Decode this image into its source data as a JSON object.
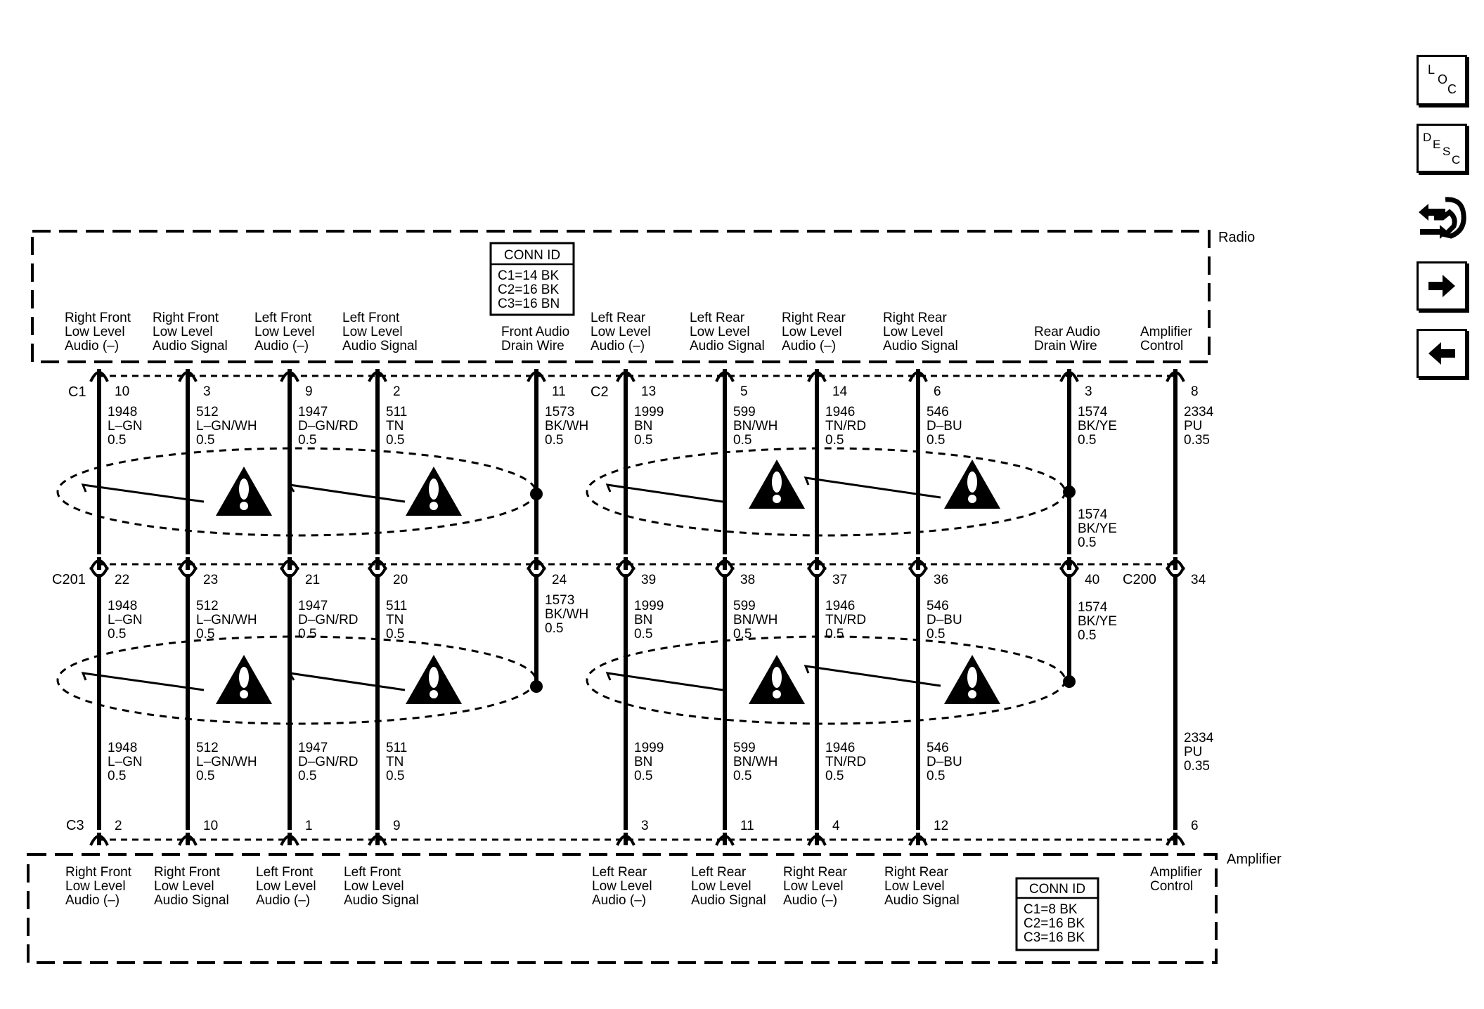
{
  "radio_label": "Radio",
  "amplifier_label": "Amplifier",
  "radio_conn_id": {
    "title": "CONN ID",
    "lines": [
      "C1=14 BK",
      "C2=16 BK",
      "C3=16 BN"
    ]
  },
  "amp_conn_id": {
    "title": "CONN ID",
    "lines": [
      "C1=8 BK",
      "C2=16 BK",
      "C3=16 BK"
    ]
  },
  "connectors": {
    "c1": "C1",
    "c2": "C2",
    "c201": "C201",
    "c200": "C200",
    "c3": "C3"
  },
  "side_buttons": [
    {
      "name": "loc-button",
      "letters": [
        "L",
        "O",
        "C"
      ]
    },
    {
      "name": "desc-button",
      "letters": [
        "D",
        "E",
        "S",
        "C"
      ]
    },
    {
      "name": "wrench-icon"
    },
    {
      "name": "next-arrow-button"
    },
    {
      "name": "prev-arrow-button"
    }
  ],
  "wires": [
    {
      "id": "rf-neg",
      "radio_label": [
        "Right Front",
        "Low Level",
        "Audio (–)"
      ],
      "amp_label": [
        "Right Front",
        "Low Level",
        "Audio (–)"
      ],
      "pins": {
        "top": "10",
        "mid": "22",
        "bot": "2"
      },
      "circuit": "1948",
      "color": "L–GN",
      "gauge": "0.5"
    },
    {
      "id": "rf-sig",
      "radio_label": [
        "Right Front",
        "Low Level",
        "Audio Signal"
      ],
      "amp_label": [
        "Right Front",
        "Low Level",
        "Audio Signal"
      ],
      "pins": {
        "top": "3",
        "mid": "23",
        "bot": "10"
      },
      "circuit": "512",
      "color": "L–GN/WH",
      "gauge": "0.5"
    },
    {
      "id": "lf-neg",
      "radio_label": [
        "Left Front",
        "Low Level",
        "Audio (–)"
      ],
      "amp_label": [
        "Left Front",
        "Low Level",
        "Audio (–)"
      ],
      "pins": {
        "top": "9",
        "mid": "21",
        "bot": "1"
      },
      "circuit": "1947",
      "color": "D–GN/RD",
      "gauge": "0.5"
    },
    {
      "id": "lf-sig",
      "radio_label": [
        "Left Front",
        "Low Level",
        "Audio Signal"
      ],
      "amp_label": [
        "Left Front",
        "Low Level",
        "Audio Signal"
      ],
      "pins": {
        "top": "2",
        "mid": "20",
        "bot": "9"
      },
      "circuit": "511",
      "color": "TN",
      "gauge": "0.5"
    },
    {
      "id": "front-drain",
      "radio_label": [
        "Front Audio",
        "Drain Wire"
      ],
      "pins": {
        "top": "11",
        "mid": "24"
      },
      "circuit": "1573",
      "color": "BK/WH",
      "gauge": "0.5"
    },
    {
      "id": "lr-neg",
      "radio_label": [
        "Left Rear",
        "Low Level",
        "Audio (–)"
      ],
      "amp_label": [
        "Left Rear",
        "Low Level",
        "Audio (–)"
      ],
      "pins": {
        "top": "13",
        "mid": "39",
        "bot": "3"
      },
      "circuit": "1999",
      "color": "BN",
      "gauge": "0.5"
    },
    {
      "id": "lr-sig",
      "radio_label": [
        "Left Rear",
        "Low Level",
        "Audio Signal"
      ],
      "amp_label": [
        "Left Rear",
        "Low Level",
        "Audio Signal"
      ],
      "pins": {
        "top": "5",
        "mid": "38",
        "bot": "11"
      },
      "circuit": "599",
      "color": "BN/WH",
      "gauge": "0.5"
    },
    {
      "id": "rr-neg",
      "radio_label": [
        "Right Rear",
        "Low Level",
        "Audio (–)"
      ],
      "amp_label": [
        "Right Rear",
        "Low Level",
        "Audio (–)"
      ],
      "pins": {
        "top": "14",
        "mid": "37",
        "bot": "4"
      },
      "circuit": "1946",
      "color": "TN/RD",
      "gauge": "0.5"
    },
    {
      "id": "rr-sig",
      "radio_label": [
        "Right Rear",
        "Low Level",
        "Audio Signal"
      ],
      "amp_label": [
        "Right Rear",
        "Low Level",
        "Audio Signal"
      ],
      "pins": {
        "top": "6",
        "mid": "36",
        "bot": "12"
      },
      "circuit": "546",
      "color": "D–BU",
      "gauge": "0.5"
    },
    {
      "id": "rear-drain",
      "radio_label": [
        "Rear Audio",
        "Drain Wire"
      ],
      "pins": {
        "top": "3",
        "mid": "40"
      },
      "circuit": "1574",
      "color": "BK/YE",
      "gauge": "0.5"
    },
    {
      "id": "amp-ctrl",
      "radio_label": [
        "Amplifier",
        "Control"
      ],
      "amp_label": [
        "Amplifier",
        "Control"
      ],
      "pins": {
        "top": "8",
        "mid": "34",
        "bot": "6"
      },
      "circuit": "2334",
      "color": "PU",
      "gauge": "0.35"
    }
  ]
}
